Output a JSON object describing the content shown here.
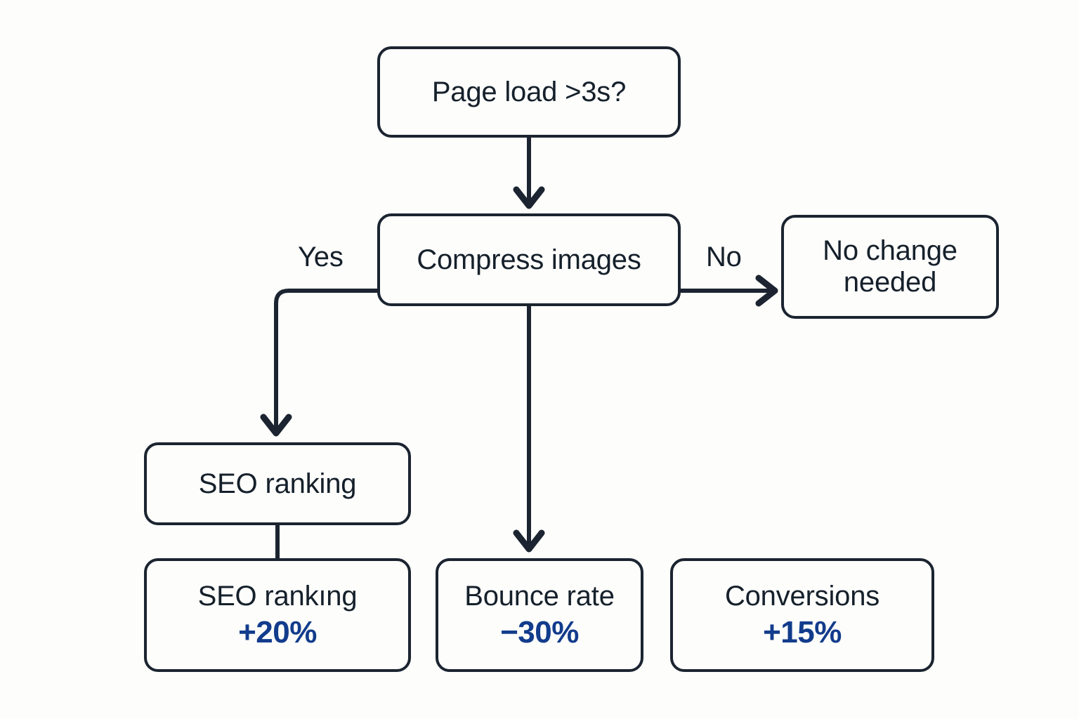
{
  "diagram": {
    "type": "flowchart",
    "background_color": "#FDFDFB",
    "stroke_color": "#1B2430",
    "text_color": "#15202B",
    "accent_color": "#123C8C",
    "nodes": [
      {
        "id": "page-load",
        "label": "Page load >3s?",
        "metric": ""
      },
      {
        "id": "compress",
        "label": "Compress images",
        "metric": ""
      },
      {
        "id": "no-change",
        "label": "No change\nneeded",
        "metric": ""
      },
      {
        "id": "seo-ranking",
        "label": "SEO ranking",
        "metric": ""
      },
      {
        "id": "seo-metric",
        "label": "SEO rankıng",
        "metric": "+20%"
      },
      {
        "id": "bounce-rate",
        "label": "Bounce rate",
        "metric": "−30%"
      },
      {
        "id": "conversions",
        "label": "Conversions",
        "metric": "+15%"
      }
    ],
    "edge_labels": {
      "yes": "Yes",
      "no": "No"
    },
    "edges": [
      {
        "from": "page-load",
        "to": "compress",
        "label": "",
        "arrow": true
      },
      {
        "from": "compress",
        "to": "seo-ranking",
        "label": "Yes",
        "arrow": true
      },
      {
        "from": "compress",
        "to": "no-change",
        "label": "No",
        "arrow": true
      },
      {
        "from": "compress",
        "to": "bounce-rate",
        "label": "",
        "arrow": true
      },
      {
        "from": "seo-ranking",
        "to": "seo-metric",
        "label": "",
        "arrow": false
      }
    ]
  }
}
